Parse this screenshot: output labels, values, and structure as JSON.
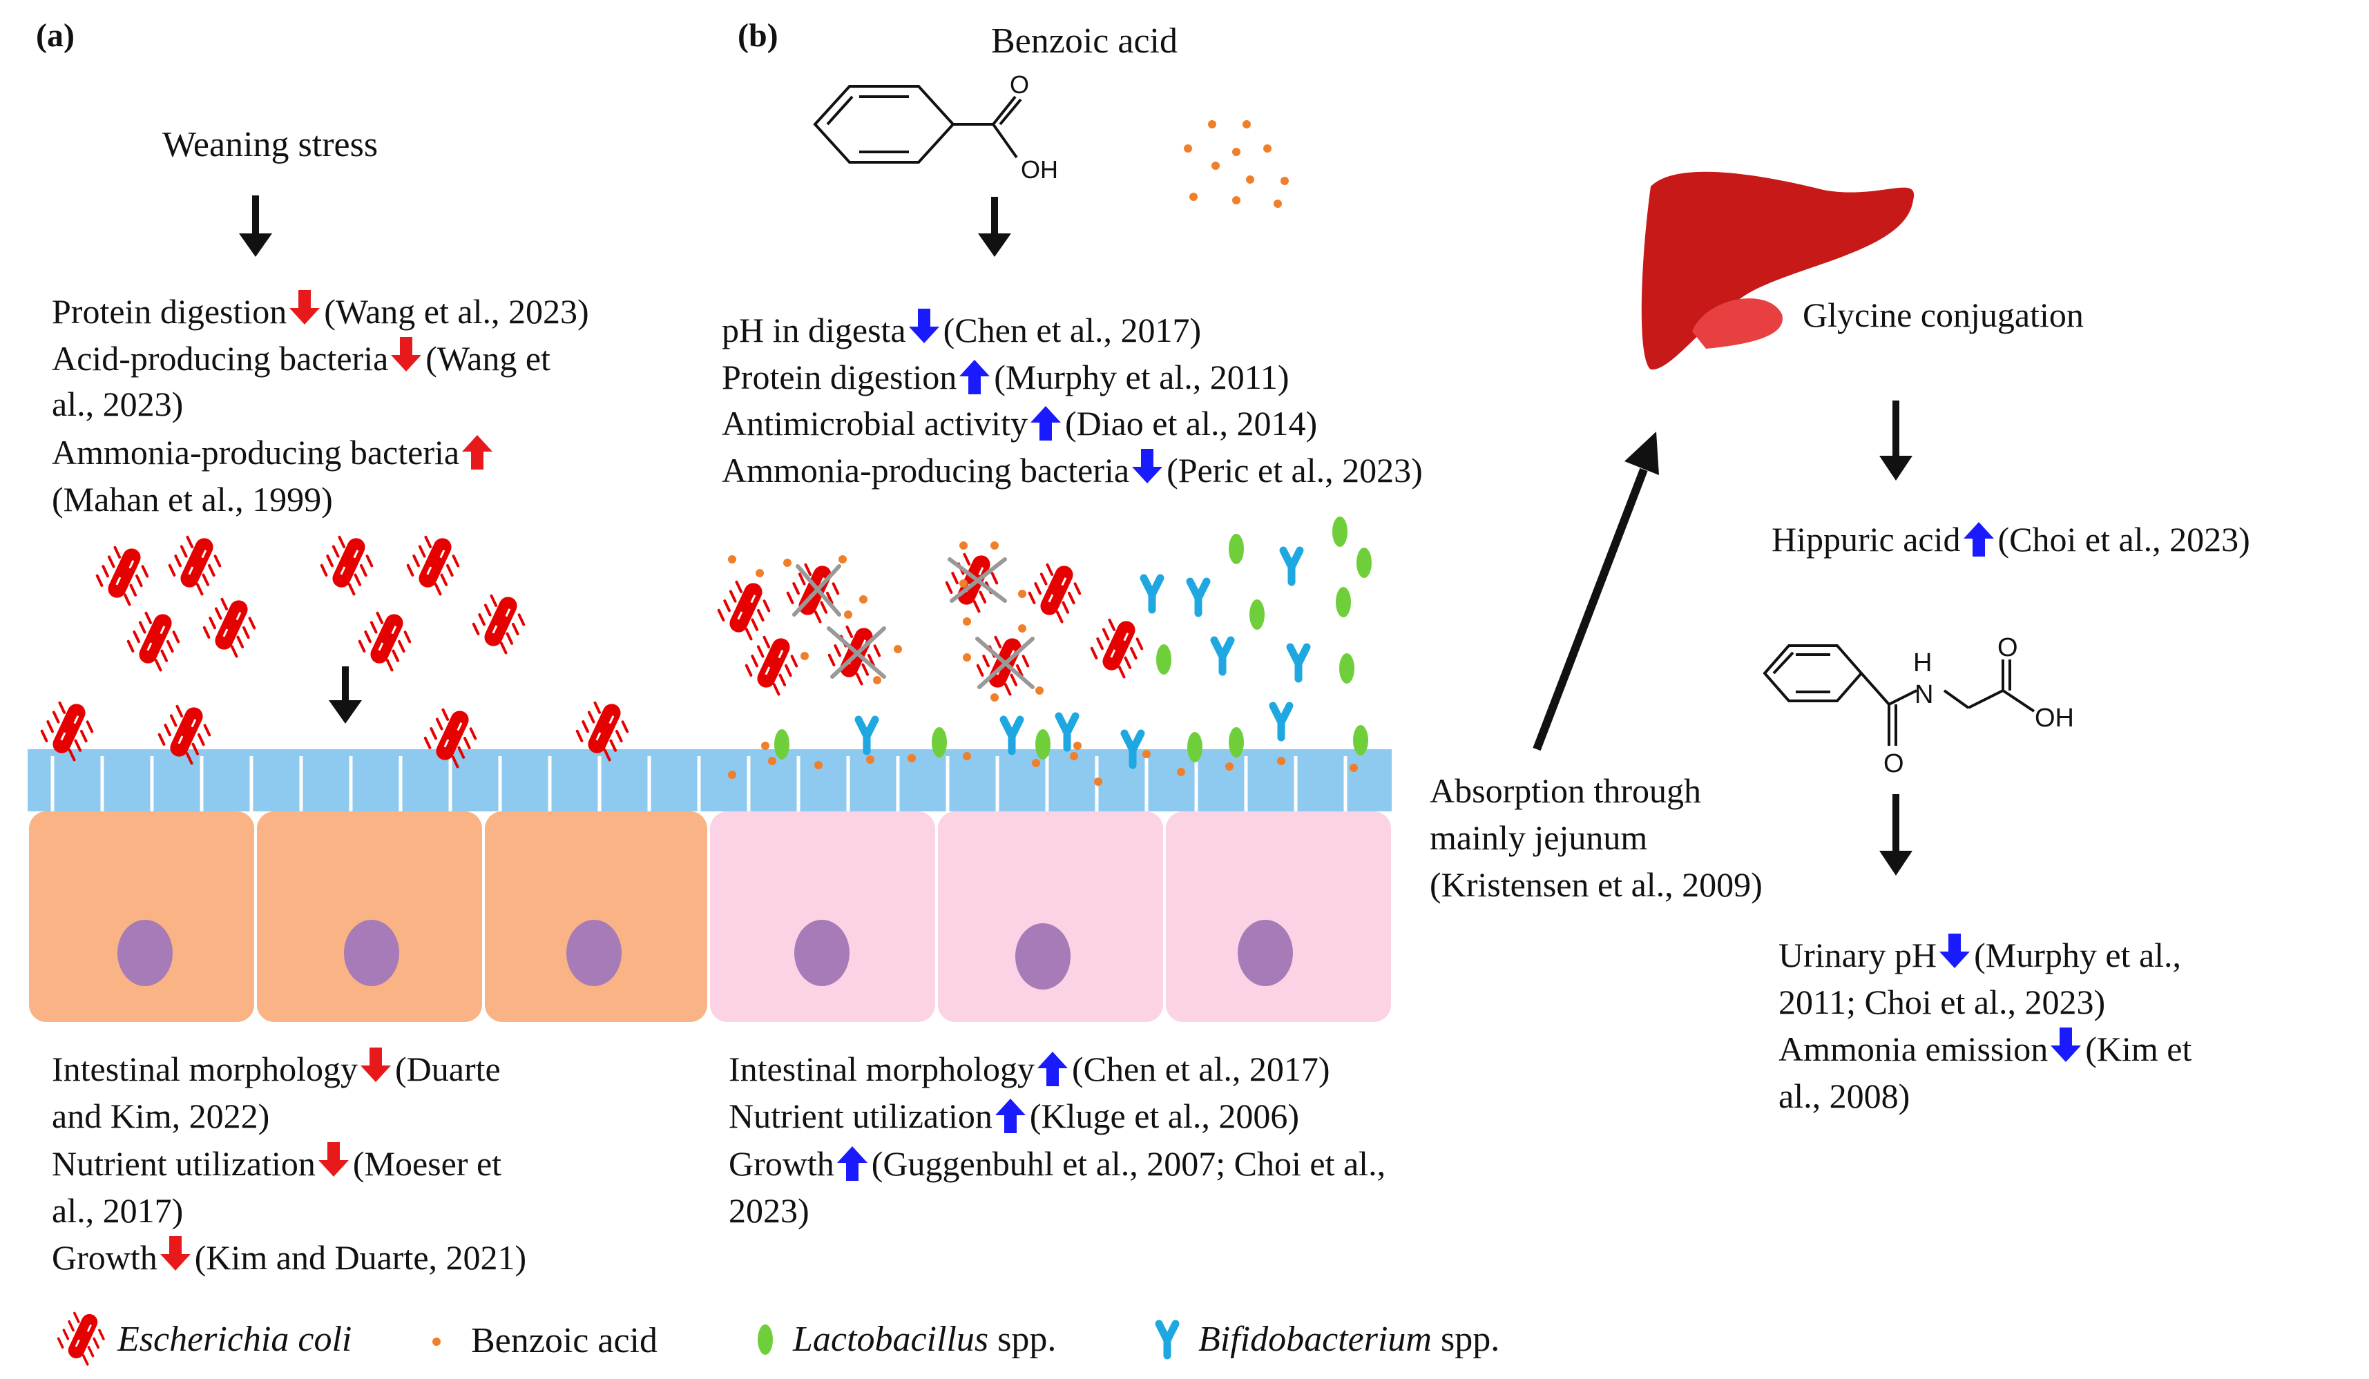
{
  "panels": {
    "a": "(a)",
    "b": "(b)"
  },
  "panel_a": {
    "title": "Weaning stress",
    "effects_top": [
      {
        "label": "Protein digestion",
        "dir": "down",
        "ref": "(Wang et al., 2023)"
      },
      {
        "label": "Acid-producing bacteria",
        "dir": "down",
        "ref": "(Wang et",
        "ref2": "al., 2023)"
      },
      {
        "label": "Ammonia-producing bacteria",
        "dir": "up",
        "ref": "",
        "ref2": "(Mahan et al., 1999)"
      }
    ],
    "effects_bottom": [
      {
        "label": "Intestinal morphology",
        "dir": "down",
        "ref": "(Duarte",
        "ref2": "and Kim, 2022)"
      },
      {
        "label": "Nutrient utilization",
        "dir": "down",
        "ref": "(Moeser et",
        "ref2": "al., 2017)"
      },
      {
        "label": "Growth",
        "dir": "down",
        "ref": "(Kim and Duarte, 2021)"
      }
    ]
  },
  "panel_b": {
    "title": "Benzoic acid",
    "struct_label": "OH",
    "struct_o": "O",
    "effects_top": [
      {
        "label": "pH in digesta",
        "dir": "down",
        "ref": "(Chen et al., 2017)"
      },
      {
        "label": "Protein digestion",
        "dir": "up",
        "ref": "(Murphy et al., 2011)"
      },
      {
        "label": "Antimicrobial activity",
        "dir": "up",
        "ref": "(Diao et al., 2014)"
      },
      {
        "label": "Ammonia-producing bacteria",
        "dir": "down",
        "ref": "(Peric et al., 2023)"
      }
    ],
    "effects_bottom": [
      {
        "label": "Intestinal morphology",
        "dir": "up",
        "ref": "(Chen et al., 2017)"
      },
      {
        "label": "Nutrient utilization",
        "dir": "up",
        "ref": "(Kluge et al., 2006)"
      },
      {
        "label": "Growth",
        "dir": "up",
        "ref": "(Guggenbuhl et al., 2007; Choi et al.,",
        "ref2": "2023)"
      }
    ]
  },
  "absorption": {
    "line1": "Absorption through",
    "line2": "mainly jejunum",
    "line3": "(Kristensen et al., 2009)"
  },
  "liver": {
    "label": "Glycine conjugation"
  },
  "hippuric": {
    "label": "Hippuric acid",
    "dir": "up",
    "ref": "(Choi et al., 2023)",
    "h": "H",
    "n": "N",
    "o1": "O",
    "o2": "O",
    "oh": "OH"
  },
  "urine": [
    {
      "label": "Urinary pH",
      "dir": "down",
      "ref": "(Murphy et al.,",
      "ref2": "2011; Choi et al., 2023)"
    },
    {
      "label": "Ammonia emission",
      "dir": "down",
      "ref": "(Kim et",
      "ref2": "al., 2008)"
    }
  ],
  "legend": {
    "ecoli": "Escherichia coli",
    "benzoic": "Benzoic acid",
    "lacto": "Lactobacillus",
    "lacto_suffix": " spp.",
    "bifido": "Bifidobacterium",
    "bifido_suffix": " spp."
  },
  "colors": {
    "down_red": "#e8191b",
    "up_blue": "#1a1aff",
    "down_blue": "#1a1aff",
    "ecoli": "#e60000",
    "benzoic_dot": "#f07f2a",
    "lacto": "#6fcf3a",
    "bifido": "#1ea7e1",
    "cell_a": "#f9b384",
    "cell_b": "#fbd3e4",
    "nucleus": "#a77bb8",
    "villi": "#8ec9ef",
    "liver": "#c81919",
    "gall": "#e84040"
  }
}
